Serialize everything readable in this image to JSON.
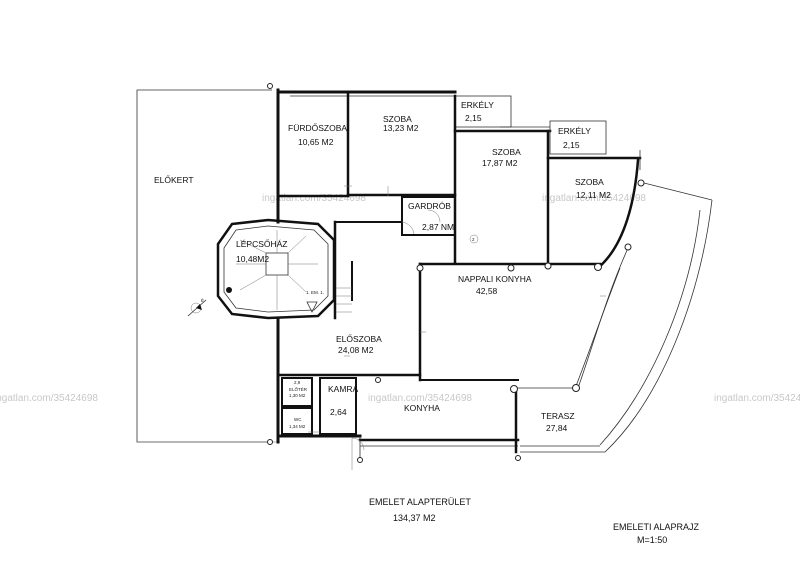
{
  "watermark": "ingatlan.com/35424698",
  "rooms": {
    "furdoszoba": {
      "name": "FÜRDŐSZOBA",
      "area": "10,65 M2"
    },
    "szoba1": {
      "name": "SZOBA",
      "area": "13,23 M2"
    },
    "erkely1": {
      "name": "ERKÉLY",
      "area": "2,15"
    },
    "erkely2": {
      "name": "ERKÉLY",
      "area": "2,15"
    },
    "szoba2": {
      "name": "SZOBA",
      "area": "17,87 M2"
    },
    "szoba3": {
      "name": "SZOBA",
      "area": "12,11 M2"
    },
    "gardrob": {
      "name": "GARDRÓB",
      "area": "2,87 NM"
    },
    "lepcsohaz": {
      "name": "LÉPCSŐHÁZ",
      "area": "10,48M2"
    },
    "nappali": {
      "name": "NAPPALI KONYHA",
      "area": "42,58"
    },
    "eloszoba": {
      "name": "ELŐSZOBA",
      "area": "24,08 M2"
    },
    "kamra": {
      "name": "KAMRA",
      "area": "2,64"
    },
    "konyha": {
      "name": "KONYHA"
    },
    "terasz": {
      "name": "TERASZ",
      "area": "27,84"
    },
    "eloter": {
      "name": "ELŐTÉR",
      "area": "1,30 M2",
      "height": "2,9"
    },
    "wc": {
      "name": "WC",
      "area": "1,34 M2"
    }
  },
  "elokert": "ELŐKERT",
  "stair_label": "1. EM. 1.",
  "door_number": "2",
  "north_label": "É",
  "total": {
    "label": "EMELET ALAPTERÜLET",
    "value": "134,37 M2"
  },
  "title": {
    "name": "EMELETI  ALAPRAJZ",
    "scale": "M=1:50"
  }
}
